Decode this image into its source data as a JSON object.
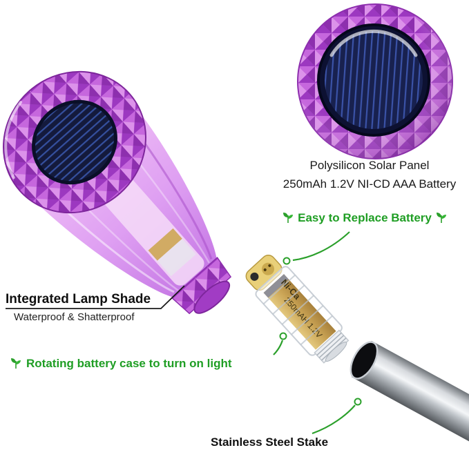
{
  "solar_panel_view": {
    "caption_line1": "Polysilicon Solar Panel",
    "caption_line2": "250mAh 1.2V NI-CD AAA Battery"
  },
  "callouts": {
    "easy_replace_battery": "Easy to Replace Battery",
    "integrated_lamp_shade": "Integrated Lamp Shade",
    "waterproof": "Waterproof & Shatterproof",
    "rotating_battery_case": "Rotating battery case to turn on light",
    "stainless_steel_stake": "Stainless Steel Stake"
  },
  "battery": {
    "brand": "Ni-Ca",
    "spec": "250mAH 1.2V"
  },
  "icons": {
    "green_label_decoration": "sprout-leaf-icon"
  },
  "colors": {
    "label_green": "#1f9e24",
    "heading_black": "#111111",
    "crystal_purple": "#b14fd4",
    "solar_panel_navy": "#18214f",
    "battery_gold": "#caa455",
    "steel_gray": "#c2c7cc"
  }
}
